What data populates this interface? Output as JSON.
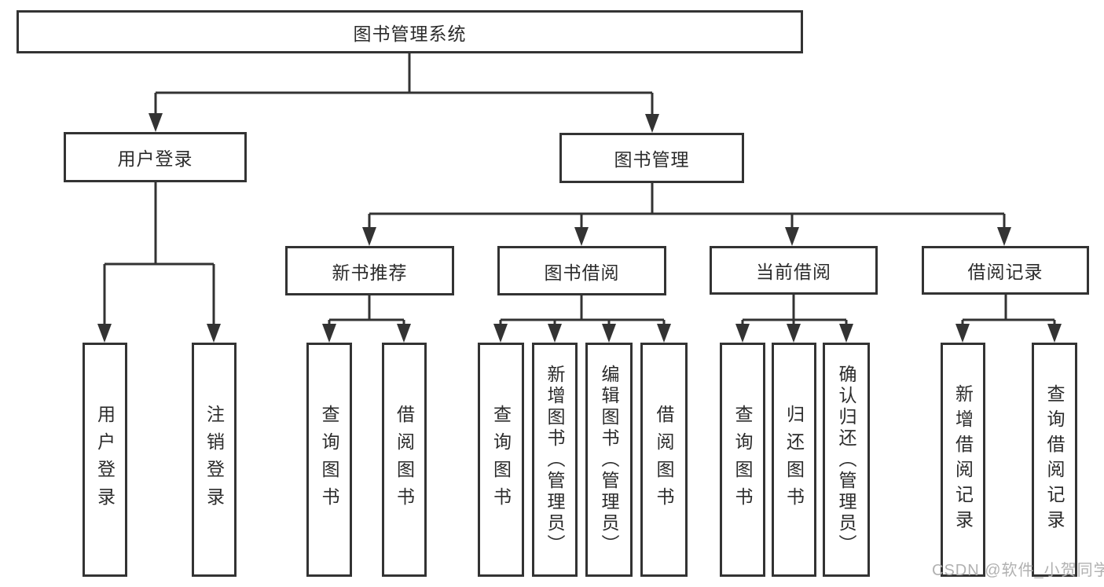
{
  "nodes": {
    "root": "图书管理系统",
    "login_module": "用户登录",
    "book_module": "图书管理",
    "new_book_rec": "新书推荐",
    "book_borrow": "图书借阅",
    "current_borrow": "当前借阅",
    "borrow_record": "借阅记录",
    "login_user_login": "用户登录",
    "login_logout": "注销登录",
    "nbr_query_book": "查询图书",
    "nbr_borrow_book": "借阅图书",
    "bb_query_book": "查询图书",
    "bb_add_book": "新增图书（管理员）",
    "bb_edit_book": "编辑图书（管理员）",
    "bb_borrow_book": "借阅图书",
    "cb_query_book": "查询图书",
    "cb_return_book": "归还图书",
    "cb_confirm_return": "确认归还（管理员）",
    "br_add_record": "新增借阅记录",
    "br_query_record": "查询借阅记录"
  },
  "hierarchy": {
    "图书管理系统": [
      "用户登录",
      "图书管理"
    ],
    "用户登录": [
      "用户登录",
      "注销登录"
    ],
    "图书管理": [
      "新书推荐",
      "图书借阅",
      "当前借阅",
      "借阅记录"
    ],
    "新书推荐": [
      "查询图书",
      "借阅图书"
    ],
    "图书借阅": [
      "查询图书",
      "新增图书（管理员）",
      "编辑图书（管理员）",
      "借阅图书"
    ],
    "当前借阅": [
      "查询图书",
      "归还图书",
      "确认归还（管理员）"
    ],
    "借阅记录": [
      "新增借阅记录",
      "查询借阅记录"
    ]
  },
  "watermark": "CSDN @软件_小贺同学",
  "colors": {
    "line": "#333333",
    "text": "#2b2b2b",
    "background": "#ffffff",
    "watermark": "#b1b1b1"
  }
}
